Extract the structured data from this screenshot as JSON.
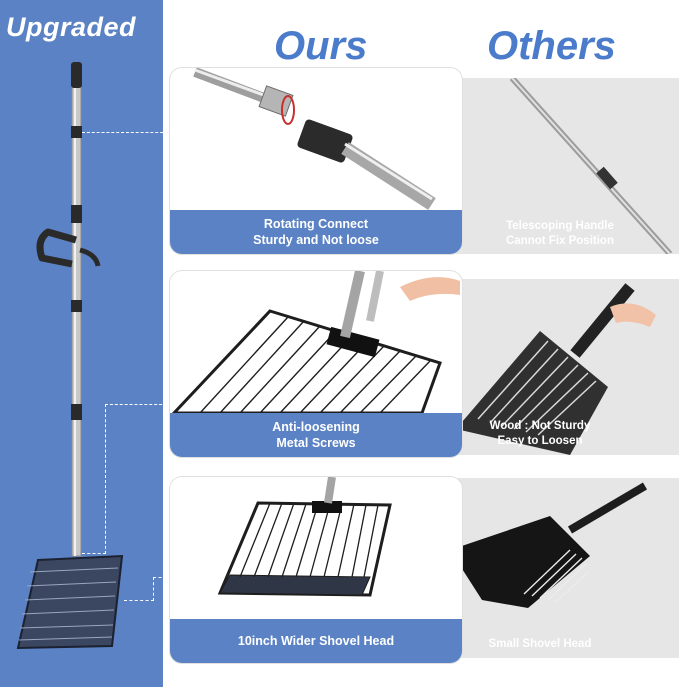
{
  "header": {
    "upgraded": "Upgraded",
    "ours": "Ours",
    "others": "Others"
  },
  "rows": [
    {
      "ours_line1": "Rotating Connect",
      "ours_line2": "Sturdy and Not loose",
      "others_line1": "Telescoping Handle",
      "others_line2": "Cannot Fix Position"
    },
    {
      "ours_line1": "Anti-loosening",
      "ours_line2": "Metal Screws",
      "others_line1": "Wood : Not Sturdy",
      "others_line2": "Easy to Loosen"
    },
    {
      "ours_line1": "10inch Wider Shovel Head",
      "ours_line2": "",
      "others_line1": "Small Shovel Head",
      "others_line2": ""
    }
  ],
  "colors": {
    "brand_blue": "#5b82c4",
    "title_blue": "#4a7ccb",
    "gray": "#e6e6e6"
  }
}
